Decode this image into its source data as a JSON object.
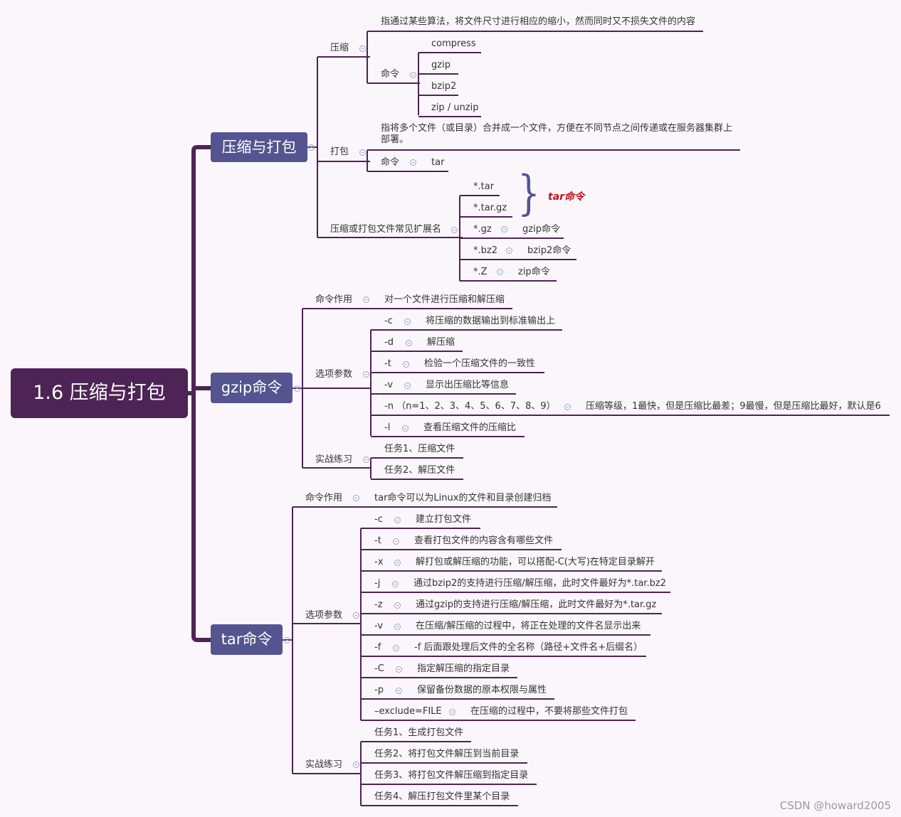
{
  "root": "1.6 压缩与打包",
  "branches": [
    {
      "title": "压缩与打包",
      "children": [
        {
          "label": "压缩",
          "items": [
            {
              "label": "指通过某些算法，将文件尺寸进行相应的缩小，然而同时又不损失文件的内容"
            },
            {
              "label": "命令",
              "items": [
                "compress",
                "gzip",
                "bzip2",
                "zip / unzip"
              ]
            }
          ]
        },
        {
          "label": "打包",
          "items": [
            {
              "label": "指将多个文件（或目录）合并成一个文件，方便在不同节点之间传递或在服务器集群上部署。"
            },
            {
              "label": "命令",
              "value": "tar"
            }
          ]
        },
        {
          "label": "压缩或打包文件常见扩展名",
          "items": [
            {
              "label": "*.tar"
            },
            {
              "label": "*.tar.gz"
            },
            {
              "label": "*.gz",
              "value": "gzip命令"
            },
            {
              "label": "*.bz2",
              "value": "bzip2命令"
            },
            {
              "label": "*.Z",
              "value": "zip命令"
            }
          ],
          "note": "tar命令"
        }
      ]
    },
    {
      "title": "gzip命令",
      "children": [
        {
          "label": "命令作用",
          "value": "对一个文件进行压缩和解压缩"
        },
        {
          "label": "选项参数",
          "items": [
            {
              "opt": "-c",
              "desc": "将压缩的数据输出到标准输出上"
            },
            {
              "opt": "-d",
              "desc": "解压缩"
            },
            {
              "opt": "-t",
              "desc": "检验一个压缩文件的一致性"
            },
            {
              "opt": "-v",
              "desc": "显示出压缩比等信息"
            },
            {
              "opt": "-n （n=1、2、3、4、5、6、7、8、9）",
              "desc": "压缩等级，1最快，但是压缩比最差；9最慢，但是压缩比最好，默认是6"
            },
            {
              "opt": "-l",
              "desc": "查看压缩文件的压缩比"
            }
          ]
        },
        {
          "label": "实战练习",
          "items": [
            "任务1、压缩文件",
            "任务2、解压文件"
          ]
        }
      ]
    },
    {
      "title": "tar命令",
      "children": [
        {
          "label": "命令作用",
          "value": "tar命令可以为Linux的文件和目录创建归档"
        },
        {
          "label": "选项参数",
          "items": [
            {
              "opt": "-c",
              "desc": "建立打包文件"
            },
            {
              "opt": "-t",
              "desc": "查看打包文件的内容含有哪些文件"
            },
            {
              "opt": "-x",
              "desc": "解打包或解压缩的功能，可以搭配-C(大写)在特定目录解开"
            },
            {
              "opt": "-j",
              "desc": "通过bzip2的支持进行压缩/解压缩，此时文件最好为*.tar.bz2"
            },
            {
              "opt": "-z",
              "desc": "通过gzip的支持进行压缩/解压缩，此时文件最好为*.tar.gz"
            },
            {
              "opt": "-v",
              "desc": "在压缩/解压缩的过程中，将正在处理的文件名显示出来"
            },
            {
              "opt": "-f",
              "desc": "-f 后面跟处理后文件的全名称（路径+文件名+后缀名）"
            },
            {
              "opt": "-C",
              "desc": "指定解压缩的指定目录"
            },
            {
              "opt": "-p",
              "desc": "保留备份数据的原本权限与属性"
            },
            {
              "opt": "–exclude=FILE",
              "desc": "在压缩的过程中，不要将那些文件打包"
            }
          ]
        },
        {
          "label": "实战练习",
          "items": [
            "任务1、生成打包文件",
            "任务2、将打包文件解压到当前目录",
            "任务3、将打包文件解压缩到指定目录",
            "任务4、解压打包文件里某个目录"
          ]
        }
      ]
    }
  ],
  "watermark": "CSDN @howard2005",
  "colors": {
    "root": "#4e2355",
    "main": "#545491",
    "line": "#4e2355",
    "background": "#fbf6fb"
  }
}
